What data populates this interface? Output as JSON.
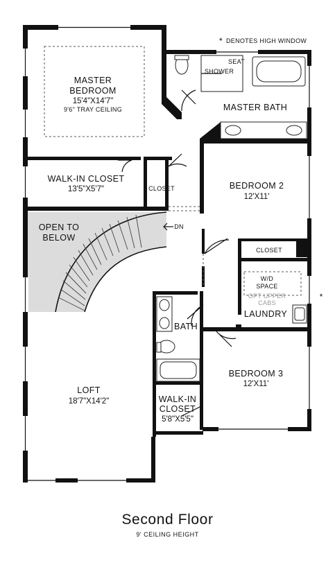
{
  "note": {
    "star": "*",
    "text": "DENOTES HIGH WINDOW"
  },
  "high_window_marker": "*",
  "rooms": {
    "master_bedroom": {
      "name_1": "MASTER",
      "name_2": "BEDROOM",
      "size": "15'4\"X14'7\"",
      "detail": "9'6\" TRAY CEILING"
    },
    "master_bath": {
      "name": "MASTER BATH",
      "seat": "SEAT",
      "shower": "SHOWER"
    },
    "walk_in_closet_1": {
      "name": "WALK-IN CLOSET",
      "size": "13'5\"X5'7\""
    },
    "closet_1": {
      "name": "CLOSET"
    },
    "dn": {
      "name": "DN"
    },
    "bedroom_2": {
      "name": "BEDROOM 2",
      "size": "12'X11'"
    },
    "closet_2": {
      "name": "CLOSET"
    },
    "open_to_below": {
      "line_1": "OPEN TO",
      "line_2": "BELOW"
    },
    "laundry": {
      "wd_1": "W/D",
      "wd_2": "SPACE",
      "opt_1": "OPT UPPER",
      "opt_2": "CABS",
      "name": "LAUNDRY"
    },
    "bath": {
      "name": "BATH"
    },
    "bedroom_3": {
      "name": "BEDROOM 3",
      "size": "12'X11'"
    },
    "loft": {
      "name": "LOFT",
      "size": "18'7\"X14'2\""
    },
    "walk_in_closet_2": {
      "name_1": "WALK-IN",
      "name_2": "CLOSET",
      "size": "5'8\"X5'5\""
    }
  },
  "floor": {
    "title": "Second Floor",
    "subtitle": "9' CEILING HEIGHT"
  }
}
